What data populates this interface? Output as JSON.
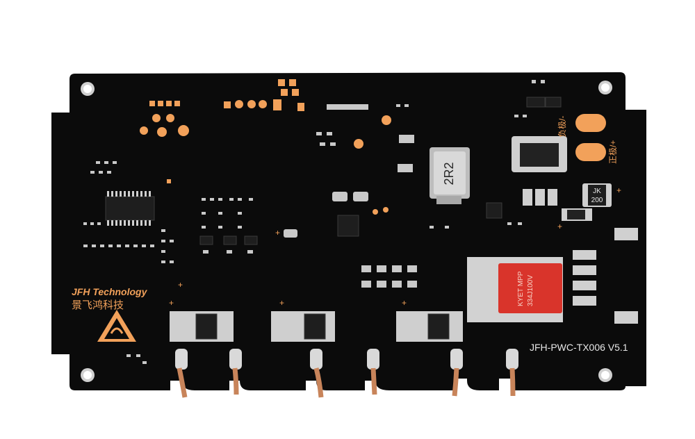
{
  "board": {
    "company_en": "JFH Technology",
    "company_cn": "景飞鸿科技",
    "model": "JFH-PWC-TX006 V5.1",
    "inductor_marking": "2R2",
    "resistor_marking": "JK\n200",
    "resistor_line1": "JK",
    "resistor_line2": "200",
    "label_negative": "负极/-",
    "label_positive": "正极/+",
    "capacitor_line1": "KYET MPP",
    "capacitor_line2": "334J100V",
    "colors": {
      "pcb": "#0b0b0b",
      "silkscreen": "#f2a15a",
      "copper_wire": "#c8845a",
      "capacitor": "#d9342b"
    }
  }
}
